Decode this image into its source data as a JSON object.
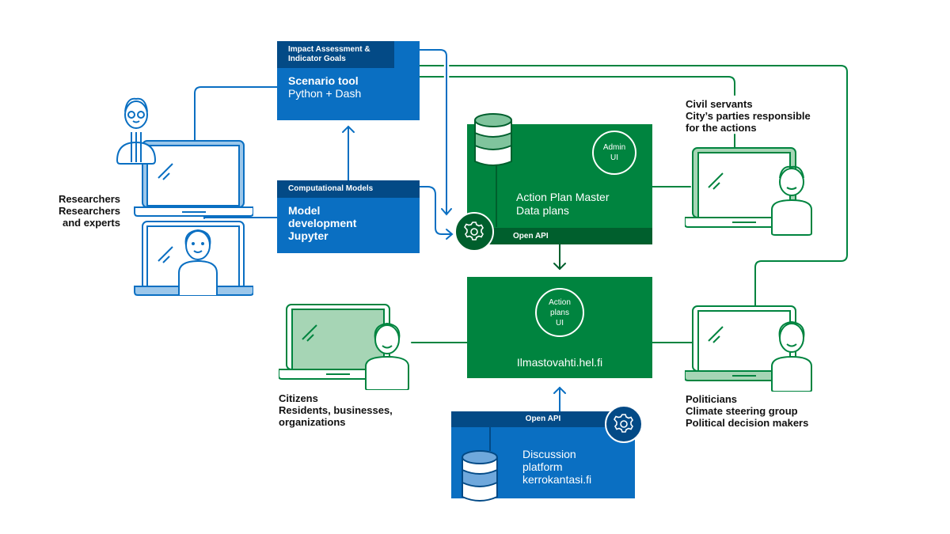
{
  "colors": {
    "blue": "#0a6fc2",
    "blue_dark": "#034a86",
    "blue_light": "#9cc7ea",
    "green": "#00843f",
    "green_dark": "#005f2d",
    "green_light": "#a6d5b5"
  },
  "scenario_tool": {
    "header": "Impact Assessment & Indicator Goals",
    "title": "Scenario tool",
    "subtitle": "Python + Dash"
  },
  "computational_models": {
    "header": "Computational Models",
    "title": "Model development Jupyter"
  },
  "action_plan_master": {
    "circle_label": "Admin UI",
    "title": "Action Plan Master Data plans",
    "api_label": "Open API",
    "gear_icon": "gear-icon",
    "database_icon": "database-icon"
  },
  "ilmastovahti": {
    "circle_label": "Action plans UI",
    "title": "Ilmastovahti.hel.fi"
  },
  "discussion_platform": {
    "api_label": "Open API",
    "title": "Discussion platform kerrokantasi.fi",
    "gear_icon": "gear-icon",
    "database_icon": "database-icon"
  },
  "actors": {
    "researchers": {
      "line1": "Researchers",
      "line2": "Researchers",
      "line3": "and experts"
    },
    "civil_servants": {
      "line1": "Civil servants",
      "line2": "City’s parties responsible",
      "line3": "for the actions"
    },
    "citizens": {
      "line1": "Citizens",
      "line2": "Residents, businesses,",
      "line3": "organizations"
    },
    "politicians": {
      "line1": "Politicians",
      "line2": "Climate steering group",
      "line3": "Political decision makers"
    }
  }
}
